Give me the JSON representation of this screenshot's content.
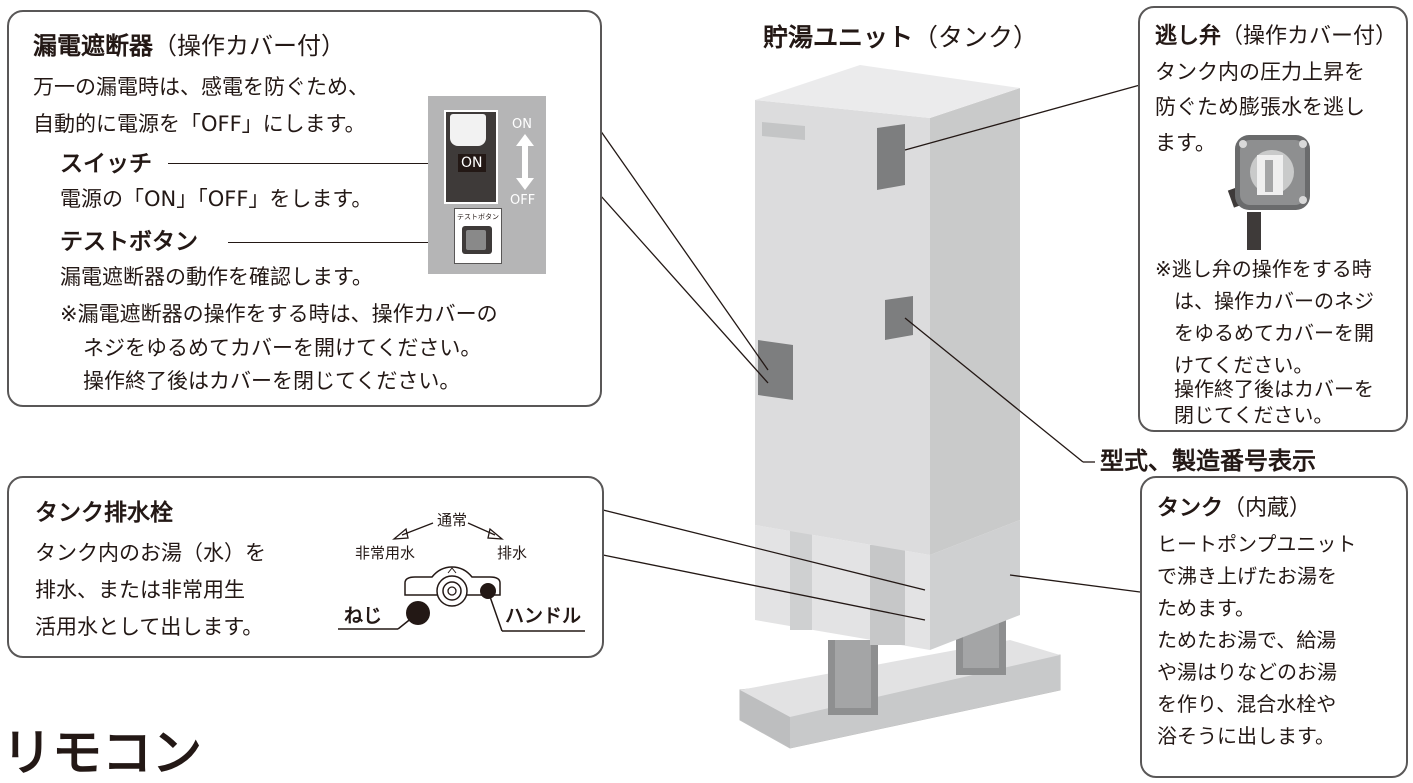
{
  "tank_unit": {
    "title_bold": "貯湯ユニット",
    "title_paren": "（タンク）"
  },
  "breaker": {
    "title_bold": "漏電遮断器",
    "title_paren": "（操作カバー付）",
    "desc": [
      "万一の漏電時は、感電を防ぐため、",
      "自動的に電源を「OFF」にします。"
    ],
    "switch_label": "スイッチ",
    "switch_desc": "電源の「ON」「OFF」をします。",
    "test_label": "テストボタン",
    "test_desc": "漏電遮断器の動作を確認します。",
    "note": [
      "※漏電遮断器の操作をする時は、操作カバーの",
      "ネジをゆるめてカバーを開けてください。",
      "操作終了後はカバーを閉じてください。"
    ],
    "panel": {
      "on_mark": "ON",
      "off_mark": "OFF",
      "toggle_text": "ON",
      "test_button_text": "テストボタン"
    }
  },
  "relief_valve": {
    "title_bold": "逃し弁",
    "title_paren": "（操作カバー付）",
    "desc": [
      "タンク内の圧力上昇を",
      "防ぐため膨張水を逃し",
      "ます。"
    ],
    "note": [
      "※逃し弁の操作をする時",
      "は、操作カバーのネジ",
      "をゆるめてカバーを開",
      "けてください。",
      "操作終了後はカバーを",
      "閉じてください。"
    ]
  },
  "model_label": "型式、製造番号表示",
  "drain": {
    "title": "タンク排水栓",
    "desc": [
      "タンク内のお湯（水）を",
      "排水、または非常用生",
      "活用水として出します。"
    ],
    "diagram": {
      "normal": "通常",
      "emergency": "非常用水",
      "drain": "排水",
      "screw": "ねじ",
      "handle": "ハンドル"
    }
  },
  "tank": {
    "title_bold": "タンク",
    "title_paren": "（内蔵）",
    "desc": [
      "ヒートポンプユニット",
      "で沸き上げたお湯を",
      "ためます。",
      "ためたお湯で、給湯",
      "や湯はりなどのお湯",
      "を作り、混合水栓や",
      "浴そうに出します。"
    ]
  },
  "section_heading": "リモコン",
  "colors": {
    "text": "#231815",
    "border": "#595757",
    "tank_front": "#dcdcdd",
    "tank_side": "#c9caca",
    "panel": "#b5b5b6"
  }
}
